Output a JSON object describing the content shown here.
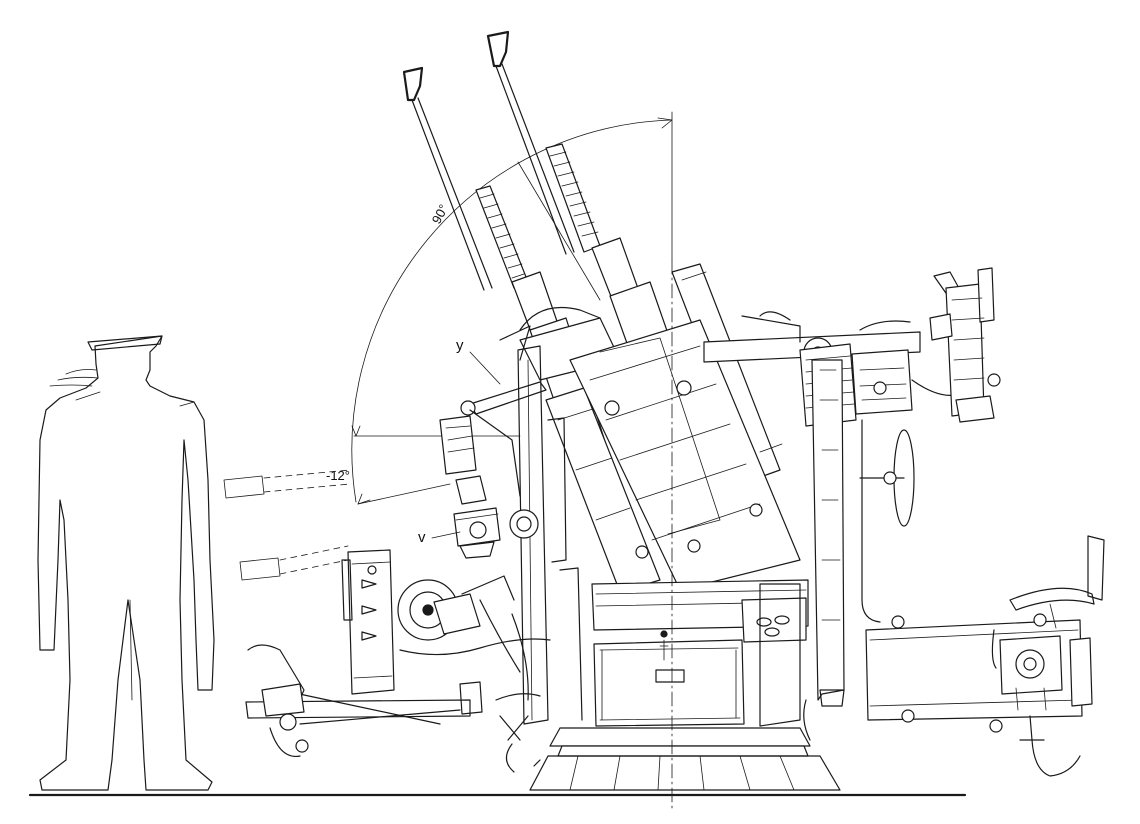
{
  "annotations": {
    "elevation_max": "90°",
    "depression": "-12°",
    "label_y": "y",
    "label_v": "v"
  },
  "colors": {
    "ink": "#1a1a1a",
    "paper": "#ffffff"
  }
}
